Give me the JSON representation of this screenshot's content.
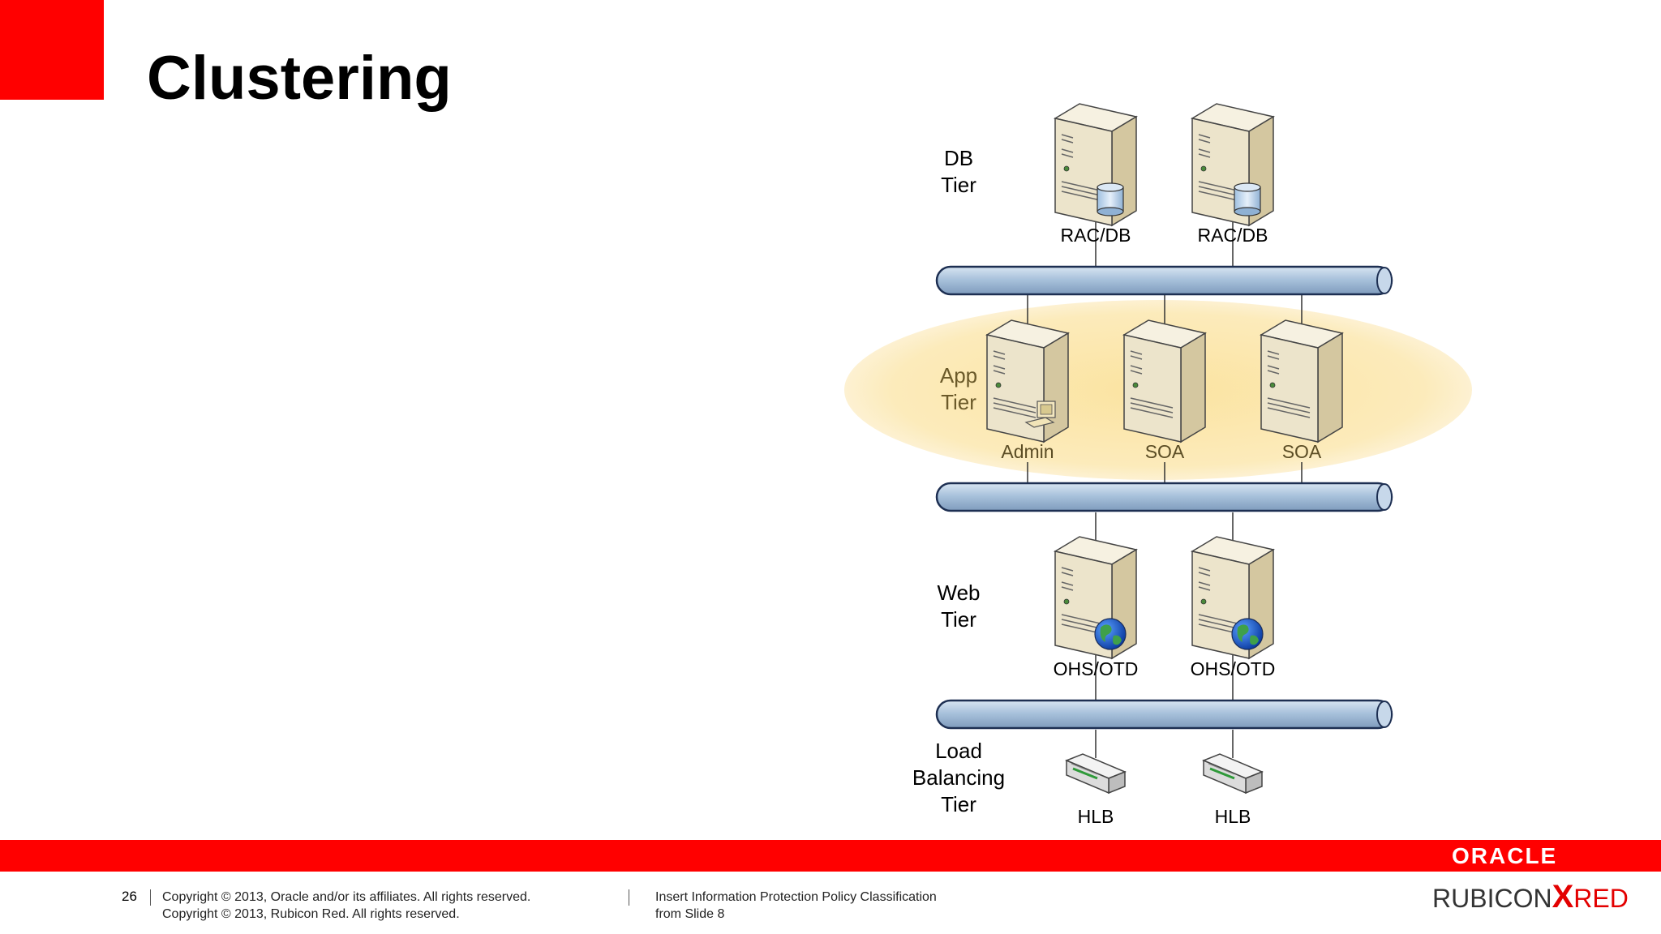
{
  "slide": {
    "title": "Clustering",
    "page_number": "26",
    "copyright_lines": [
      "Copyright © 2013, Oracle and/or its affiliates. All rights reserved.",
      "Copyright © 2013, Rubicon Red. All rights reserved."
    ],
    "policy_lines": [
      "Insert Information Protection Policy Classification",
      "from Slide 8"
    ],
    "logos": {
      "oracle": "ORACLE",
      "rubicon_part1": "RUBICON",
      "rubicon_x": "X",
      "rubicon_part2": "RED"
    }
  },
  "diagram": {
    "tiers": {
      "db": [
        "DB",
        "Tier"
      ],
      "app": [
        "App",
        "Tier"
      ],
      "web": [
        "Web",
        "Tier"
      ],
      "lb": [
        "Load",
        "Balancing",
        "Tier"
      ]
    },
    "db_servers": [
      "RAC/DB",
      "RAC/DB"
    ],
    "app_servers": [
      "Admin",
      "SOA",
      "SOA"
    ],
    "web_servers": [
      "OHS/OTD",
      "OHS/OTD"
    ],
    "load_balancers": [
      "HLB",
      "HLB"
    ]
  },
  "colors": {
    "brand_red": "#ff0000",
    "app_tier_highlight": "#fbe7a6",
    "network_bus": "#a9c2dc",
    "server_body": "#e8dfc4"
  }
}
